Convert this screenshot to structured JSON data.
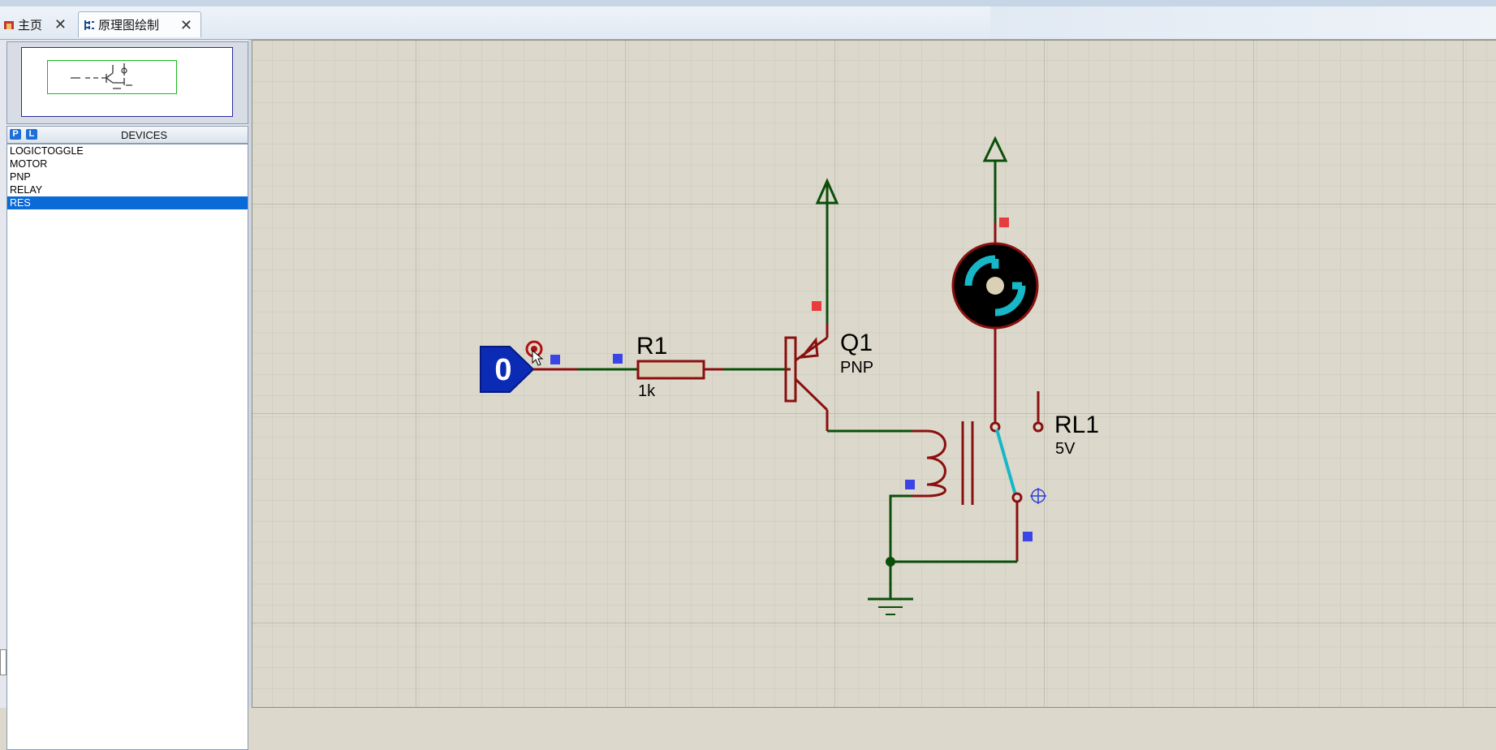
{
  "tabs": [
    {
      "label": "主页",
      "close": "✕"
    },
    {
      "label": "原理图绘制",
      "close": "✕"
    }
  ],
  "devices_panel": {
    "p_badge": "P",
    "l_badge": "L",
    "title": "DEVICES",
    "items": [
      "LOGICTOGGLE",
      "MOTOR",
      "PNP",
      "RELAY",
      "RES"
    ],
    "selected": "RES"
  },
  "schematic": {
    "logic_toggle_value": "0",
    "resistor": {
      "ref": "R1",
      "value": "1k"
    },
    "transistor": {
      "ref": "Q1",
      "type": "PNP"
    },
    "relay": {
      "ref": "RL1",
      "value": "5V"
    }
  },
  "colors": {
    "sheet_bg": "#dcd9cc",
    "wire_green": "#0b4f0b",
    "wire_red": "#8a0f0f",
    "pin_blue": "#3b45e6",
    "pin_red": "#e83c3c",
    "toggle_blue": "#0b2bb5",
    "motor_cyan": "#16b7c7",
    "selection_blue": "#0a6ad8"
  }
}
